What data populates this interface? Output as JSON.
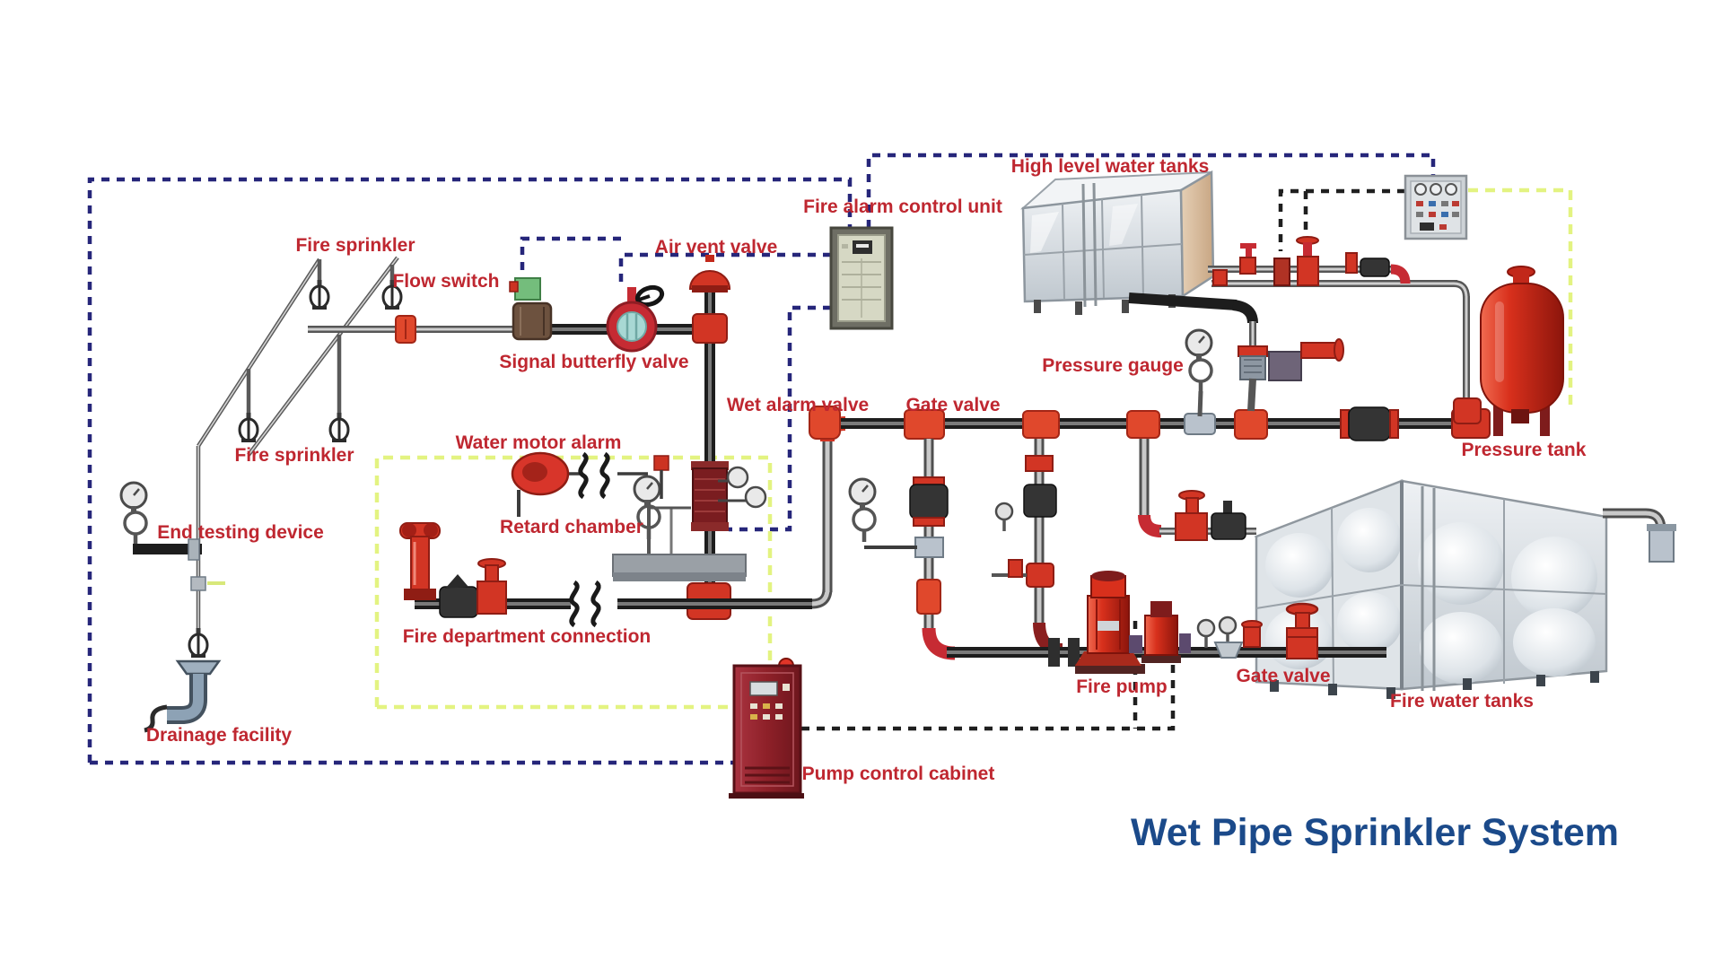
{
  "diagram": {
    "type": "piping-schematic",
    "subject": "wet pipe fire sprinkler system"
  },
  "title": {
    "text": "Wet Pipe Sprinkler System",
    "color": "#1b4a8a"
  },
  "colors": {
    "label_red": "#bf2730",
    "title_blue": "#1b4a8a",
    "component_red": "#d23524",
    "orange_red": "#e0482c",
    "dark_red_valve": "#7a1d20",
    "cabinet_red": "#8e2028",
    "pressure_tank_red": "#c42418",
    "tank_silver": "#dfe4e8",
    "wire_navy": "#26267a",
    "wire_black": "#1f1f1f",
    "wire_yellow": "#e3f381",
    "pipe_dark": "#1d1d1d",
    "pipe_silver": "#c9c9c9"
  },
  "labels": {
    "fire_sprinkler_top": {
      "text": "Fire sprinkler"
    },
    "flow_switch": {
      "text": "Flow switch"
    },
    "signal_butterfly_valve": {
      "text": "Signal butterfly valve"
    },
    "air_vent_valve": {
      "text": "Air vent valve"
    },
    "fire_alarm_control_unit": {
      "text": "Fire alarm control unit"
    },
    "high_level_water_tanks": {
      "text": "High level water tanks"
    },
    "pressure_gauge": {
      "text": "Pressure gauge"
    },
    "wet_alarm_valve": {
      "text": "Wet alarm valve"
    },
    "gate_valve_main": {
      "text": "Gate valve"
    },
    "pressure_tank": {
      "text": "Pressure tank"
    },
    "fire_sprinkler_lower": {
      "text": "Fire sprinkler"
    },
    "water_motor_alarm": {
      "text": "Water motor alarm"
    },
    "retard_chamber": {
      "text": "Retard chamber"
    },
    "end_testing_device": {
      "text": "End testing device"
    },
    "fire_department_connection": {
      "text": "Fire department connection"
    },
    "drainage_facility": {
      "text": "Drainage facility"
    },
    "pump_control_cabinet": {
      "text": "Pump control cabinet"
    },
    "fire_pump": {
      "text": "Fire pump"
    },
    "gate_valve_tank": {
      "text": "Gate valve"
    },
    "fire_water_tanks": {
      "text": "Fire water tanks"
    }
  }
}
